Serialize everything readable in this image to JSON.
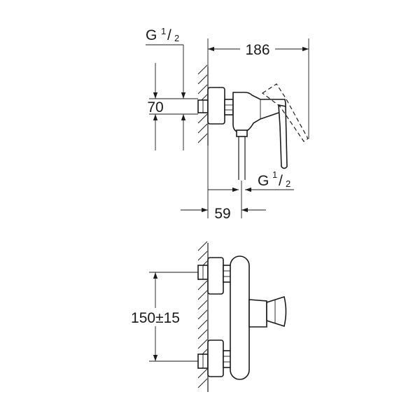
{
  "side_view": {
    "inlet_thread": {
      "letter": "G",
      "num": "1",
      "den": "2"
    },
    "outlet_thread": {
      "letter": "G",
      "num": "1",
      "den": "2"
    },
    "depth_dim": "186",
    "height_dim": "70",
    "outlet_offset_dim": "59"
  },
  "front_view": {
    "spacing_dim": "150±15"
  }
}
